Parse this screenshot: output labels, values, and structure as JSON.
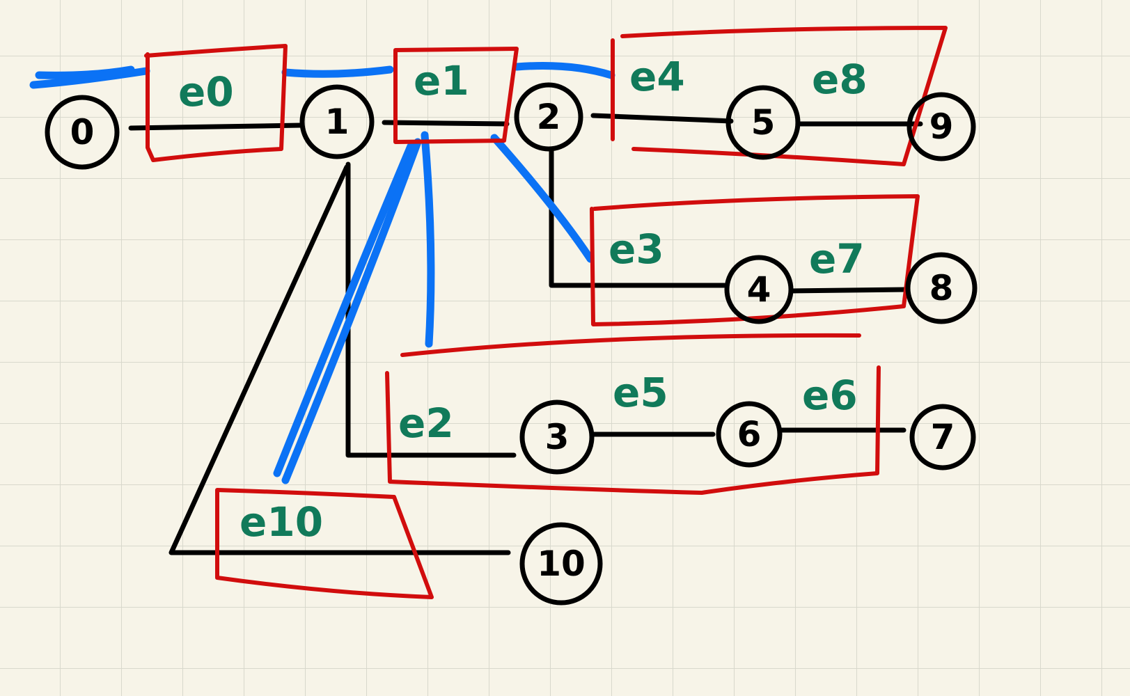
{
  "colors": {
    "background": "#f7f4e8",
    "grid": "#d8d8cc",
    "ink": "#000000",
    "edge_label": "#117a5a",
    "box": "#d10d0d",
    "highlight": "#0b72f5"
  },
  "nodes": [
    {
      "id": "n0",
      "label": "0"
    },
    {
      "id": "n1",
      "label": "1"
    },
    {
      "id": "n2",
      "label": "2"
    },
    {
      "id": "n3",
      "label": "3"
    },
    {
      "id": "n4",
      "label": "4"
    },
    {
      "id": "n5",
      "label": "5"
    },
    {
      "id": "n6",
      "label": "6"
    },
    {
      "id": "n7",
      "label": "7"
    },
    {
      "id": "n8",
      "label": "8"
    },
    {
      "id": "n9",
      "label": "9"
    },
    {
      "id": "n10",
      "label": "10"
    }
  ],
  "edges": [
    {
      "id": "e0",
      "label": "e0",
      "from": "0",
      "to": "1"
    },
    {
      "id": "e1",
      "label": "e1",
      "from": "1",
      "to": "2"
    },
    {
      "id": "e2",
      "label": "e2",
      "from": "1",
      "to": "3"
    },
    {
      "id": "e3",
      "label": "e3",
      "from": "2",
      "to": "4"
    },
    {
      "id": "e4",
      "label": "e4",
      "from": "2",
      "to": "5"
    },
    {
      "id": "e5",
      "label": "e5",
      "from": "3",
      "to": "6"
    },
    {
      "id": "e6",
      "label": "e6",
      "from": "6",
      "to": "7"
    },
    {
      "id": "e7",
      "label": "e7",
      "from": "4",
      "to": "8"
    },
    {
      "id": "e8",
      "label": "e8",
      "from": "5",
      "to": "9"
    },
    {
      "id": "e10",
      "label": "e10",
      "from": "1",
      "to": "10"
    }
  ]
}
